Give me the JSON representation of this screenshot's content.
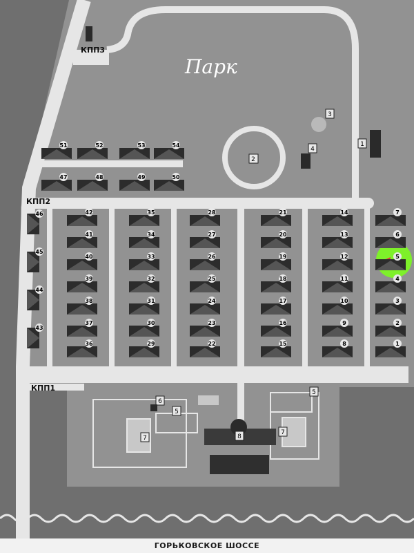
{
  "map_title": "",
  "park_label": "Парк",
  "road_label": "ГОРЬКОВСКОЕ ШОССЕ",
  "gates": {
    "kpp1": "КПП1",
    "kpp2": "КПП2",
    "kpp3": "КПП3"
  },
  "facilities": {
    "f1": "1",
    "f2": "2",
    "f3": "3",
    "f4": "4",
    "f5a": "5",
    "f5b": "5",
    "f6": "6",
    "f7a": "7",
    "f7b": "7",
    "f8": "8"
  },
  "highlight": {
    "plot": "5",
    "color": "#7ef02a"
  },
  "plots": [
    {
      "n": "51"
    },
    {
      "n": "52"
    },
    {
      "n": "53"
    },
    {
      "n": "54"
    },
    {
      "n": "47"
    },
    {
      "n": "48"
    },
    {
      "n": "49"
    },
    {
      "n": "50"
    },
    {
      "n": "42"
    },
    {
      "n": "41"
    },
    {
      "n": "40"
    },
    {
      "n": "39"
    },
    {
      "n": "38"
    },
    {
      "n": "37"
    },
    {
      "n": "36"
    },
    {
      "n": "35"
    },
    {
      "n": "34"
    },
    {
      "n": "33"
    },
    {
      "n": "32"
    },
    {
      "n": "31"
    },
    {
      "n": "30"
    },
    {
      "n": "29"
    },
    {
      "n": "28"
    },
    {
      "n": "27"
    },
    {
      "n": "26"
    },
    {
      "n": "25"
    },
    {
      "n": "24"
    },
    {
      "n": "23"
    },
    {
      "n": "22"
    },
    {
      "n": "21"
    },
    {
      "n": "20"
    },
    {
      "n": "19"
    },
    {
      "n": "18"
    },
    {
      "n": "17"
    },
    {
      "n": "16"
    },
    {
      "n": "15"
    },
    {
      "n": "14"
    },
    {
      "n": "13"
    },
    {
      "n": "12"
    },
    {
      "n": "11"
    },
    {
      "n": "10"
    },
    {
      "n": "9"
    },
    {
      "n": "8"
    },
    {
      "n": "7"
    },
    {
      "n": "6"
    },
    {
      "n": "5"
    },
    {
      "n": "4"
    },
    {
      "n": "3"
    },
    {
      "n": "2"
    },
    {
      "n": "1"
    },
    {
      "n": "46"
    },
    {
      "n": "45"
    },
    {
      "n": "44"
    },
    {
      "n": "43"
    }
  ]
}
